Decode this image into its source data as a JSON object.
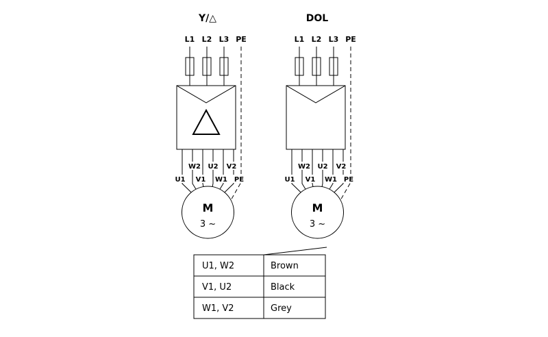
{
  "diagrams": [
    {
      "title": "Y/△",
      "phases": [
        "L1",
        "L2",
        "L3",
        "PE"
      ],
      "upper_terminals": [
        "W2",
        "U2",
        "V2"
      ],
      "lower_terminals": [
        "U1",
        "V1",
        "W1",
        "PE"
      ],
      "motor_label": "M",
      "motor_type": "3 ~"
    },
    {
      "title": "DOL",
      "phases": [
        "L1",
        "L2",
        "L3",
        "PE"
      ],
      "upper_terminals": [
        "W2",
        "U2",
        "V2"
      ],
      "lower_terminals": [
        "U1",
        "V1",
        "W1",
        "PE"
      ],
      "motor_label": "M",
      "motor_type": "3 ~"
    }
  ],
  "wire_table": {
    "rows": [
      {
        "terminals": "U1, W2",
        "color": "Brown"
      },
      {
        "terminals": "V1, U2",
        "color": "Black"
      },
      {
        "terminals": "W1, V2",
        "color": "Grey"
      }
    ]
  },
  "colors": {
    "line": "#000000",
    "background": "#ffffff"
  }
}
